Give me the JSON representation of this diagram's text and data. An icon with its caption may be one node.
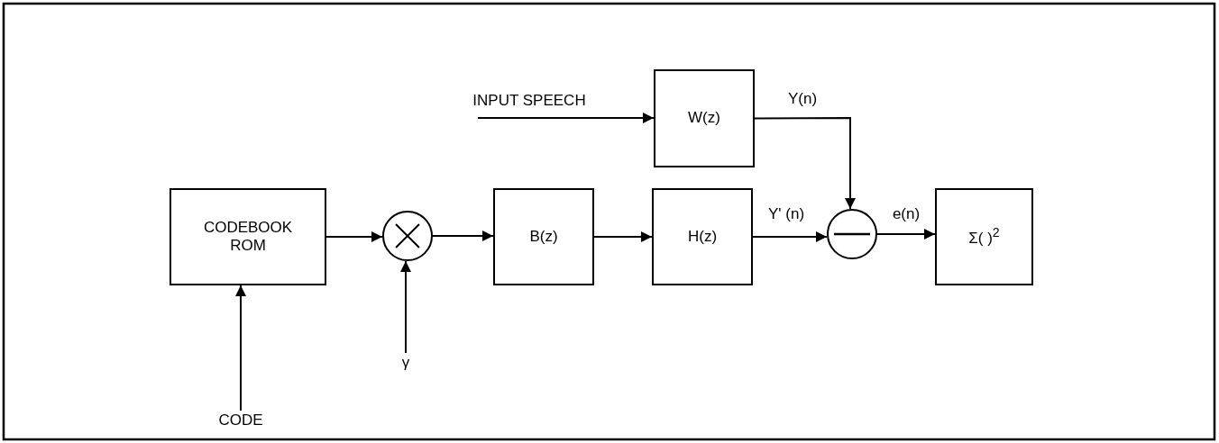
{
  "diagram": {
    "nodes": [
      {
        "text": [
          "CODEBOOK ROM"
        ]
      },
      {
        "text": [],
        "shape": "circle"
      },
      {
        "text": [
          "B(z)"
        ]
      },
      {
        "text": [
          "H(z)"
        ]
      },
      {
        "text": [
          "W(z)"
        ]
      },
      {
        "text": [],
        "shape": "circle"
      },
      {
        "text": [
          "Σ( )$^{2}$"
        ]
      },
      {
        "text": [
          "CODE"
        ]
      },
      {
        "text": [
          "γ"
        ]
      }
    ],
    "edges": [
      {
        "from": 0,
        "to": 1,
        "arrow": "to"
      },
      {
        "from": 1,
        "to": 2,
        "arrow": "to"
      },
      {
        "from": 2,
        "to": 3,
        "arrow": "to"
      },
      {
        "from": 3,
        "to": 5,
        "arrow": "to",
        "label": "Y' (n)"
      },
      {
        "from": null,
        "to": 4,
        "arrow": "to",
        "label": "INPUT SPEECH"
      },
      {
        "from": 4,
        "to": 5,
        "arrow": "to",
        "label": "Y(n)"
      },
      {
        "from": 5,
        "to": 6,
        "arrow": "to",
        "label": "e(n)"
      },
      {
        "from": 7,
        "to": 0,
        "arrow": "to"
      },
      {
        "from": 8,
        "to": 1,
        "arrow": "to"
      }
    ]
  }
}
